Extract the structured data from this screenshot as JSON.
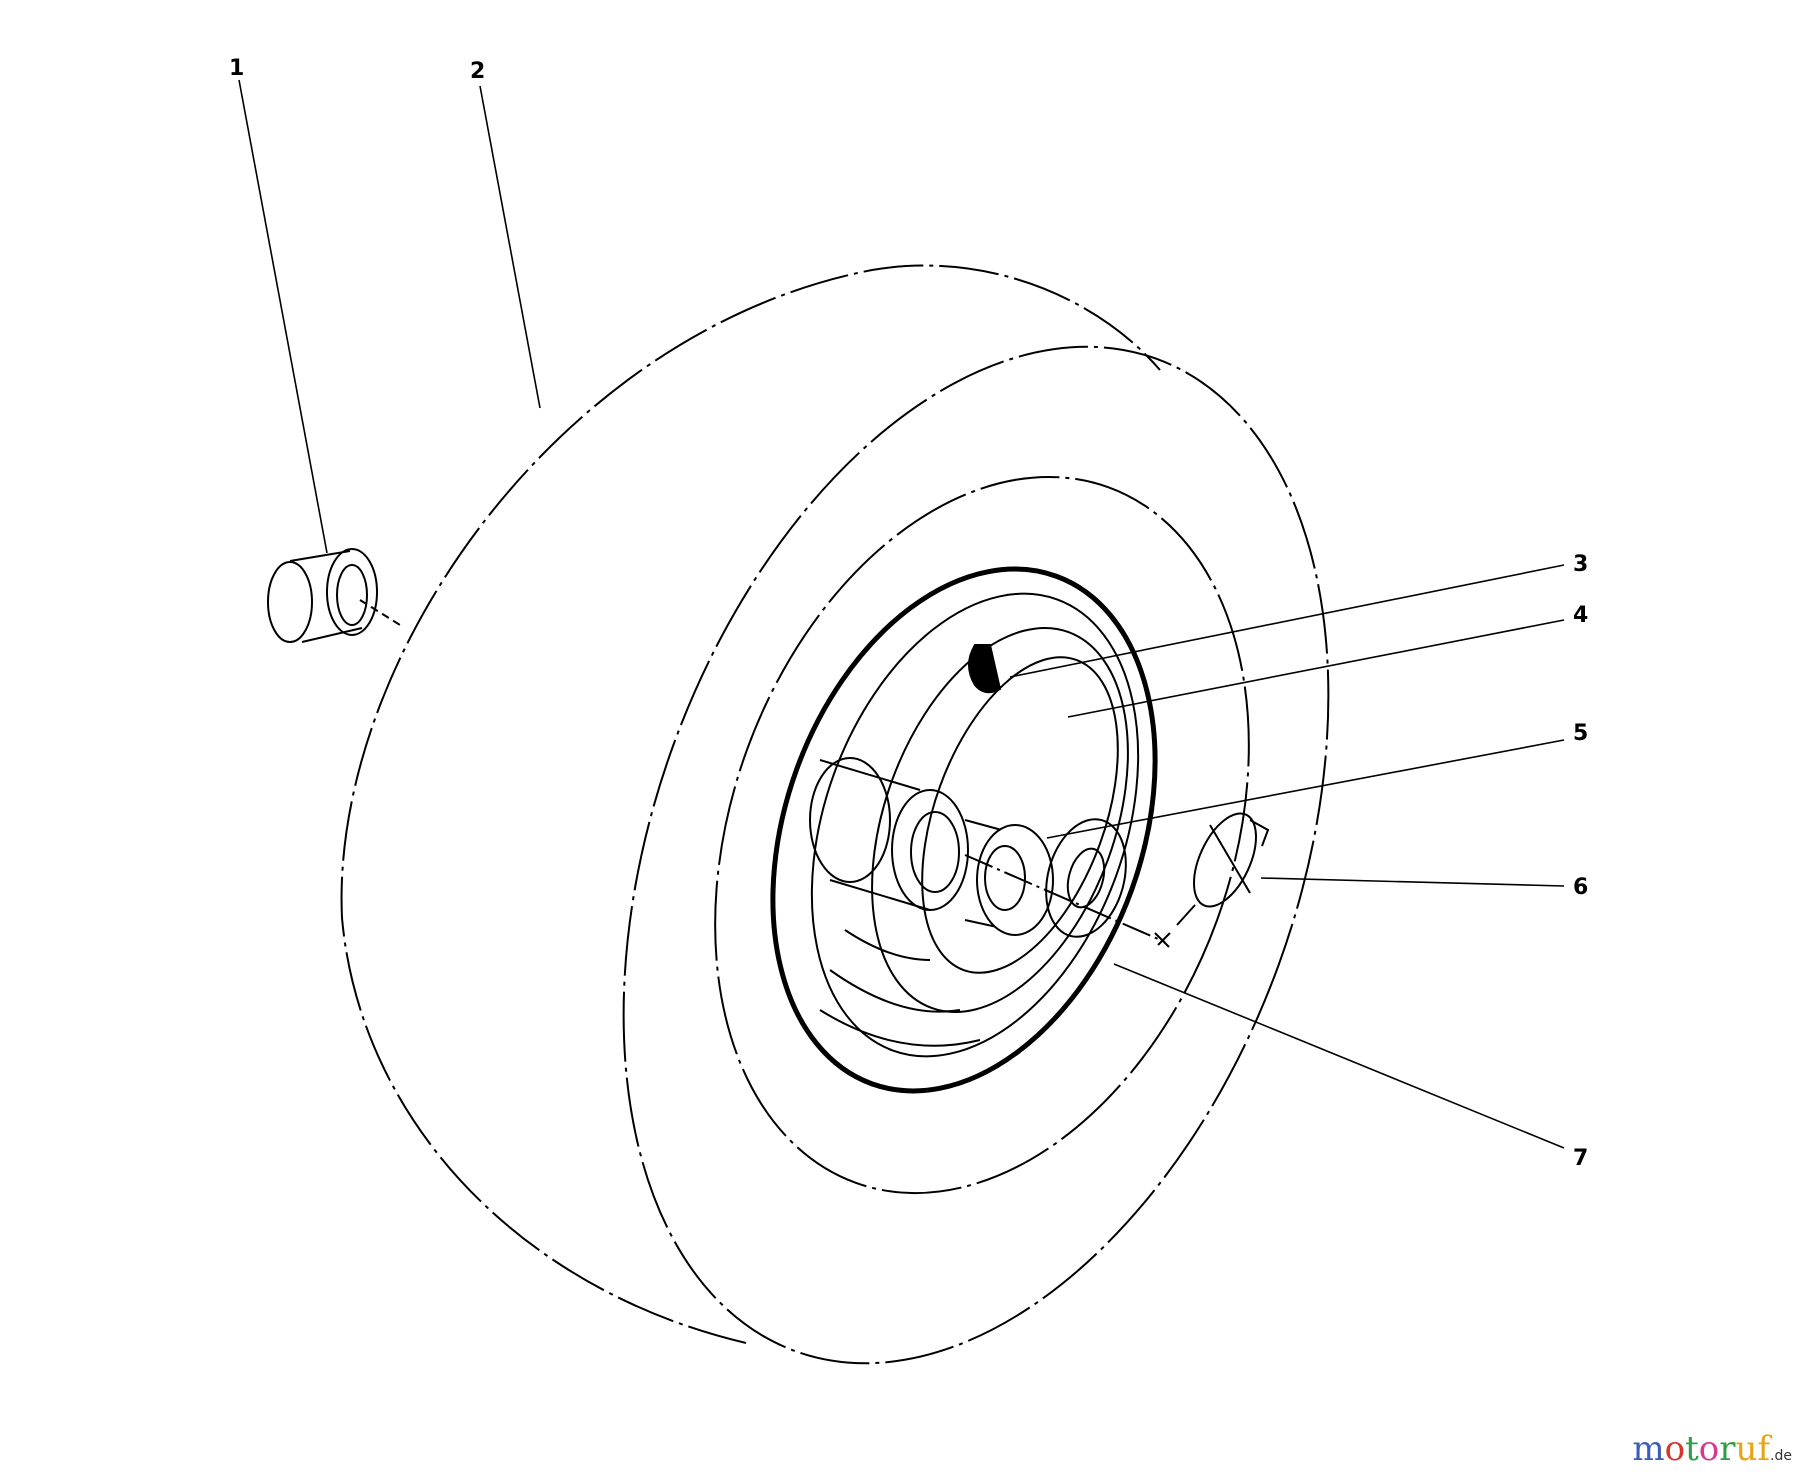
{
  "callouts": [
    "1",
    "2",
    "3",
    "4",
    "5",
    "6",
    "7"
  ],
  "watermark": {
    "text": "motoruf",
    "suffix": ".de",
    "colors": [
      "#3b5cb8",
      "#d9342b",
      "#2f9e44",
      "#d63a8f",
      "#2f9e44",
      "#e8a317",
      "#e8a317"
    ]
  },
  "colors": {
    "line": "#000000",
    "background": "#ffffff"
  }
}
